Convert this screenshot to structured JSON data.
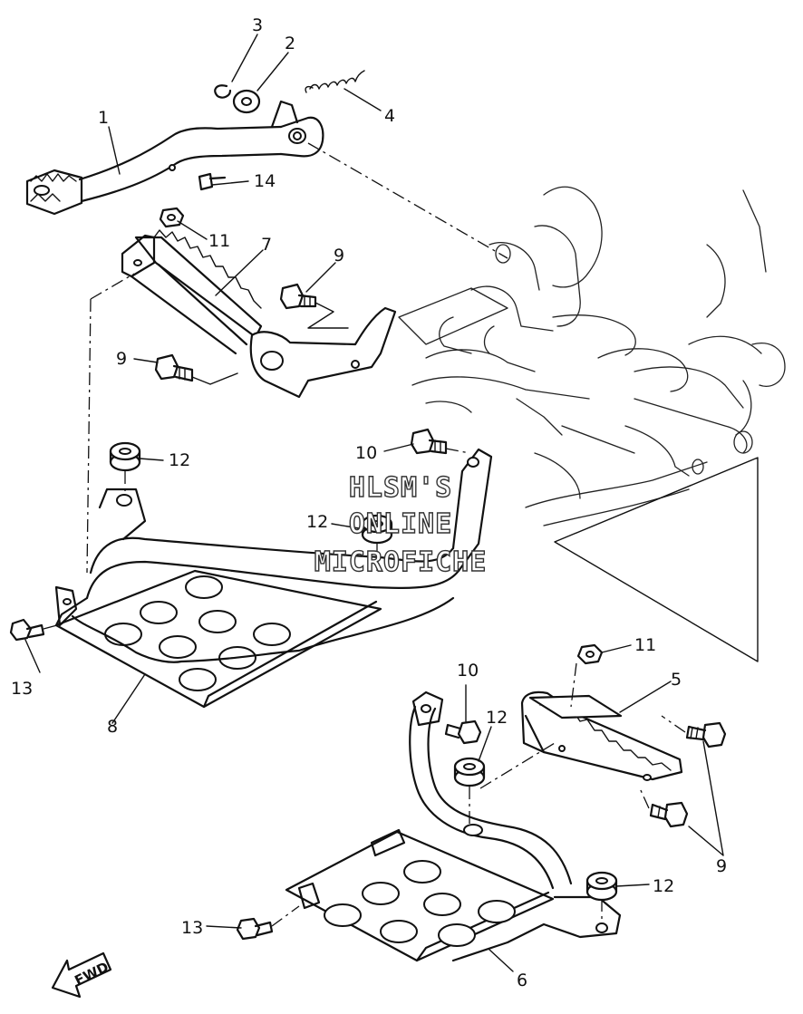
{
  "diagram": {
    "watermark": {
      "line1": "HLSM'S",
      "line2": "ONLINE",
      "line3": "MICROFICHE"
    },
    "fwd_label": "FWD",
    "callouts": {
      "c1": "1",
      "c2": "2",
      "c3": "3",
      "c4": "4",
      "c14": "14",
      "c11a": "11",
      "c7": "7",
      "c9a": "9",
      "c9b": "9",
      "c12a": "12",
      "c10a": "10",
      "c12b": "12",
      "c13a": "13",
      "c8": "8",
      "c11b": "11",
      "c5": "5",
      "c10b": "10",
      "c12c": "12",
      "c9c": "9",
      "c12d": "12",
      "c13b": "13",
      "c6": "6"
    }
  }
}
